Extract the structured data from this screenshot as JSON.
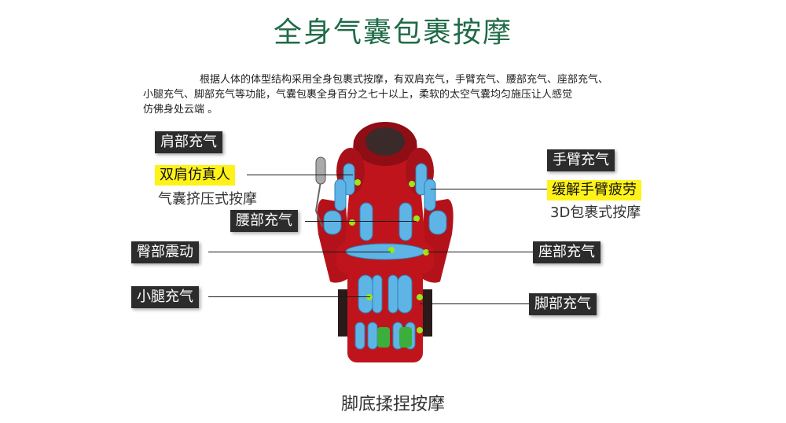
{
  "title": "全身气囊包裹按摩",
  "description": {
    "line1": "根据人体的体型结构采用全身包裹式按摩，有双肩充气，手臂充气、腰部充气、座部充气、",
    "line2": "小腿充气、脚部充气等功能，气囊包裹全身百分之七十以上，柔软的太空气囊均匀施压让人感觉",
    "line3": "仿佛身处云端 。"
  },
  "labels": {
    "shoulder": "肩部充气",
    "shoulder_highlight": "双肩仿真人",
    "shoulder_note": "气囊挤压式按摩",
    "waist": "腰部充气",
    "hip": "臀部震动",
    "calf": "小腿充气",
    "arm": "手臂充气",
    "arm_highlight": "缓解手臂疲劳",
    "arm_note": "3D包裹式按摩",
    "seat": "座部充气",
    "foot": "脚部充气"
  },
  "footer": "脚底揉捏按摩",
  "colors": {
    "title": "#1f6b47",
    "chair_red": "#c0141c",
    "airbag_blue": "#5fb4e6",
    "highlight": "#fff21a",
    "tag_bg": "#2c2c2c",
    "dot_green": "#9be61a"
  }
}
